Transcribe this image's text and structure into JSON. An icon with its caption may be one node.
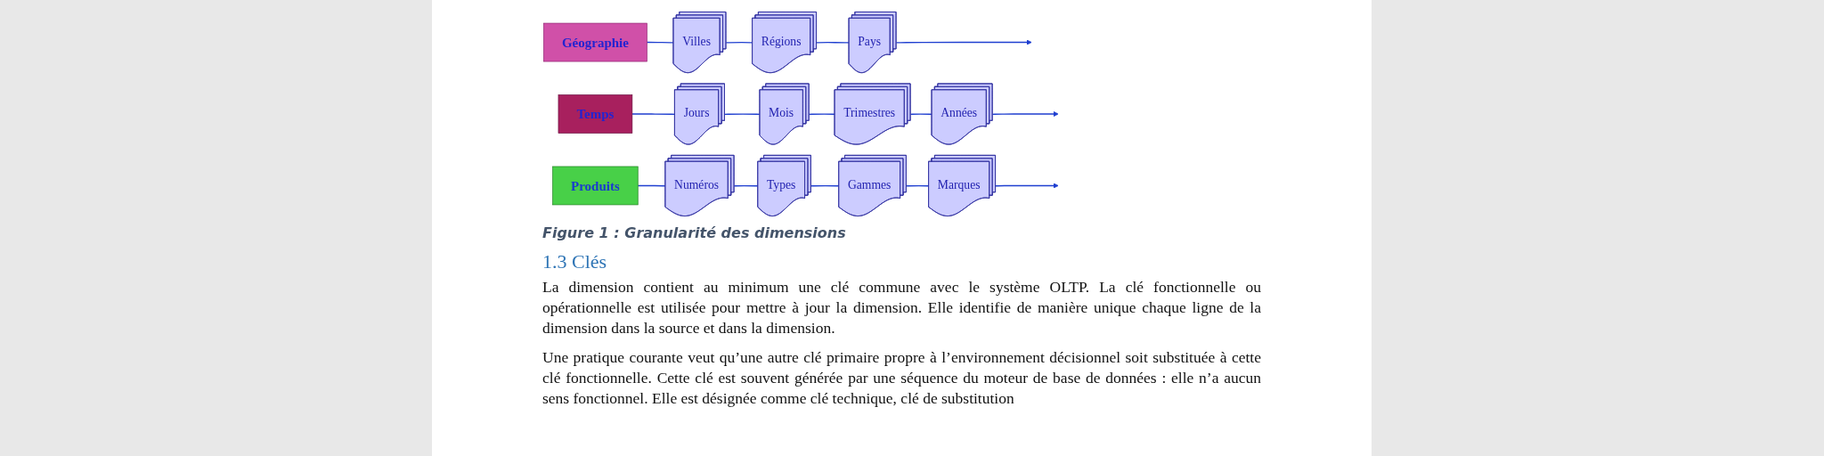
{
  "diagram": {
    "caption": "Figure 1 : Granularité des dimensions",
    "nodes": [
      {
        "text": [
          "Temps"
        ]
      },
      {
        "text": [
          "Jours"
        ]
      },
      {
        "text": [
          "Mois"
        ]
      },
      {
        "text": [
          "Trimestres"
        ]
      },
      {
        "text": [
          "Années"
        ]
      },
      {
        "text": [
          "Géographie"
        ]
      },
      {
        "text": [
          "Villes"
        ]
      },
      {
        "text": [
          "Régions"
        ]
      },
      {
        "text": [
          "Pays"
        ]
      },
      {
        "text": [
          "Produits"
        ]
      },
      {
        "text": [
          "Numéros"
        ]
      },
      {
        "text": [
          "Types"
        ]
      },
      {
        "text": [
          "Gammes"
        ]
      },
      {
        "text": [
          "Marques"
        ]
      }
    ],
    "edges": [
      {
        "from": 0,
        "to": 1,
        "arrow": "none"
      },
      {
        "from": 1,
        "to": 2,
        "arrow": "none"
      },
      {
        "from": 2,
        "to": 3,
        "arrow": "none"
      },
      {
        "from": 3,
        "to": 4,
        "arrow": "none"
      },
      {
        "from": 4,
        "to": null,
        "arrow": "to"
      },
      {
        "from": 5,
        "to": 6,
        "arrow": "none"
      },
      {
        "from": 6,
        "to": 7,
        "arrow": "none"
      },
      {
        "from": 7,
        "to": 8,
        "arrow": "none"
      },
      {
        "from": 8,
        "to": null,
        "arrow": "to"
      },
      {
        "from": 9,
        "to": 10,
        "arrow": "none"
      },
      {
        "from": 10,
        "to": 11,
        "arrow": "none"
      },
      {
        "from": 11,
        "to": 12,
        "arrow": "none"
      },
      {
        "from": 12,
        "to": 13,
        "arrow": "none"
      },
      {
        "from": 13,
        "to": null,
        "arrow": "to"
      }
    ],
    "labels": [
      "1.3 Clés",
      "La dimension contient au minimum une clé commune avec le système OLTP. La clé fonctionnelle ou opérationnelle est utilisée pour mettre à jour la dimension. Elle identifie de manière unique chaque ligne de la dimension dans la source et dans la dimension.",
      "Une pratique courante veut qu’une autre clé primaire propre à l’environnement décisionnel soit substituée à cette clé fonctionnelle. Cette clé est souvent générée par une séquence du moteur de base de données : elle n’a aucun sens fonctionnel. Elle est désignée comme clé technique, clé de substitution"
    ]
  }
}
